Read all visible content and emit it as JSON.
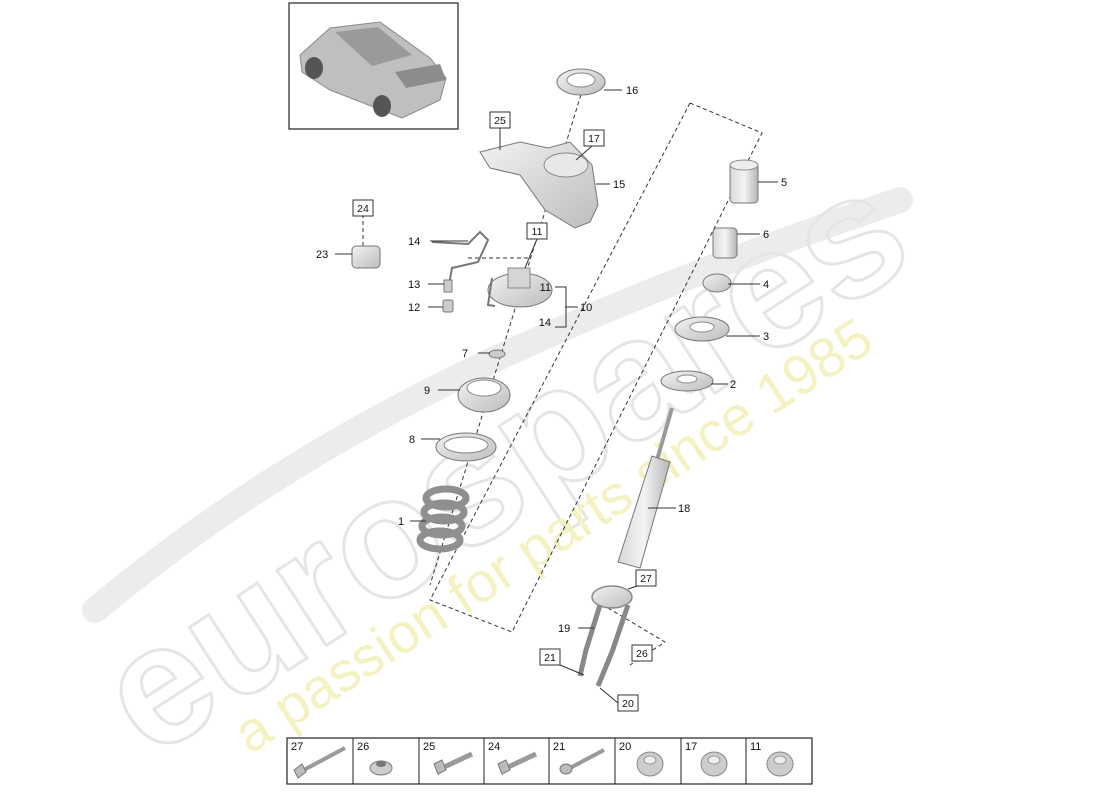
{
  "watermark": {
    "brand": "eurospares",
    "tagline": "a passion for parts since 1985"
  },
  "callouts": [
    {
      "id": "1",
      "label": "1"
    },
    {
      "id": "2",
      "label": "2"
    },
    {
      "id": "3",
      "label": "3"
    },
    {
      "id": "4",
      "label": "4"
    },
    {
      "id": "5",
      "label": "5"
    },
    {
      "id": "6",
      "label": "6"
    },
    {
      "id": "7",
      "label": "7"
    },
    {
      "id": "8",
      "label": "8"
    },
    {
      "id": "9",
      "label": "9"
    },
    {
      "id": "10",
      "label": "10"
    },
    {
      "id": "11a",
      "label": "11"
    },
    {
      "id": "14a",
      "label": "14"
    },
    {
      "id": "12",
      "label": "12"
    },
    {
      "id": "13",
      "label": "13"
    },
    {
      "id": "14",
      "label": "14"
    },
    {
      "id": "15",
      "label": "15"
    },
    {
      "id": "16",
      "label": "16"
    },
    {
      "id": "18",
      "label": "18"
    },
    {
      "id": "19",
      "label": "19"
    },
    {
      "id": "23",
      "label": "23"
    }
  ],
  "boxed_callouts": [
    {
      "id": "b25",
      "label": "25"
    },
    {
      "id": "b17",
      "label": "17"
    },
    {
      "id": "b24",
      "label": "24"
    },
    {
      "id": "b11",
      "label": "11"
    },
    {
      "id": "b27",
      "label": "27"
    },
    {
      "id": "b26",
      "label": "26"
    },
    {
      "id": "b21",
      "label": "21"
    },
    {
      "id": "b20",
      "label": "20"
    }
  ],
  "fasteners": [
    {
      "label": "27",
      "icon": "long-bolt-icon"
    },
    {
      "label": "26",
      "icon": "flange-nut-icon"
    },
    {
      "label": "25",
      "icon": "hex-bolt-icon"
    },
    {
      "label": "24",
      "icon": "hex-bolt-icon"
    },
    {
      "label": "21",
      "icon": "bolt-icon"
    },
    {
      "label": "20",
      "icon": "nut-icon"
    },
    {
      "label": "17",
      "icon": "nut-icon"
    },
    {
      "label": "11",
      "icon": "nut-icon"
    }
  ]
}
